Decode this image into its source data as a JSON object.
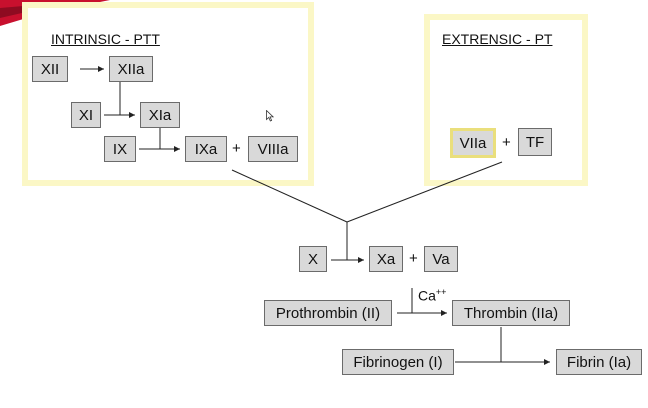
{
  "intrinsic_title": "INTRINSIC - PTT",
  "extrinsic_title": "EXTRENSIC - PT",
  "factors": {
    "xii": "XII",
    "xiia": "XIIa",
    "xi": "XI",
    "xia": "XIa",
    "ix": "IX",
    "ixa": "IXa",
    "viiia": "VIIIa",
    "viia": "VIIa",
    "tf": "TF",
    "x": "X",
    "xa": "Xa",
    "va": "Va",
    "prothrombin": "Prothrombin (II)",
    "thrombin": "Thrombin (IIa)",
    "fibrinogen": "Fibrinogen (I)",
    "fibrin": "Fibrin (Ia)"
  },
  "plus": "+",
  "calcium": {
    "base": "Ca",
    "sup": "++"
  },
  "colors": {
    "box_fill": "#d9d9d9",
    "panel_border": "#fbf7c6",
    "accent": "#c8102e"
  }
}
